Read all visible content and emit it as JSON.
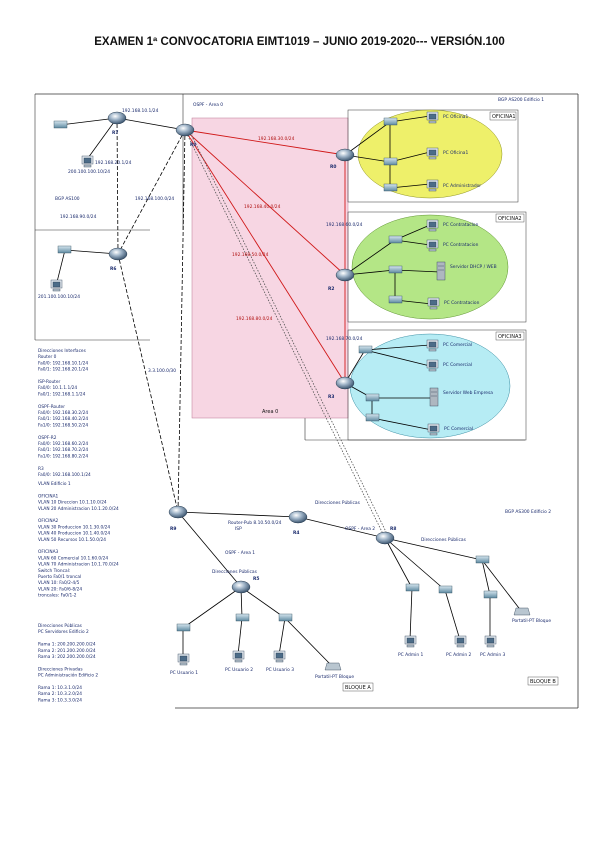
{
  "title": "EXAMEN 1ª CONVOCATORIA EIMT1019 – JUNIO 2019-2020--- VERSIÓN.100",
  "zones": {
    "oficina1": "OFICINA1",
    "oficina2": "OFICINA2",
    "oficina3": "OFICINA3",
    "bloque_a": "BLOQUE A",
    "bloque_b": "BLOQUE B",
    "area0": "Area 0"
  },
  "routers": {
    "r0": "R0",
    "r2": "R2",
    "r3": "R3",
    "r4": "R4",
    "r5": "R5",
    "r6": "R6",
    "r7": "R7",
    "r8": "R8",
    "r9": "R9"
  },
  "headers": {
    "bgp_top": "BGP AS200  Edificio 1",
    "bgp_as100": "BGP  AS100",
    "bgp_as300": "BGP AS300  Edificio 2",
    "ospf_area0": "OSPF - Area 0",
    "ospf_area1": "OSPF - Area 1",
    "ospf_area2": "OSPF - Area 2",
    "pub1": "Direcciones Públicas",
    "pub2": "Direcciones Públicas",
    "pub3": "Direcciones Públicas",
    "isp": "ISP"
  },
  "links": {
    "r0_r7": "192.168.10.1/24",
    "r0_r5": "192.168.20.1/24",
    "r5_r1": "192.168.30.0/24",
    "r5_r2": "192.168.40.0/24",
    "r5_r3": "192.168.50.0/24",
    "r1_r2": "192.168.60.0/24",
    "r2_r3": "192.168.70.0/24",
    "r5_r3_b": "192.168.80.0/24",
    "r6_r4": "192.168.90.0/24",
    "r6_r9": "192.168.100.0/24",
    "r9_r7": "3.3.100.0/30",
    "rsp": "Router-Pub 8.10.50.0/24"
  },
  "pcs": {
    "pc_as100": "200.100.100.10/24",
    "pc_as200": "201.100.100.10/24",
    "pc_of1_a": "PC Oficina1",
    "pc_of1_b": "PC Oficina1",
    "pc_of1_c": "PC Administrador",
    "pc_of2_a": "PC Contratacion",
    "pc_of2_b": "PC Contratacion",
    "srv_of2": "Servidor DHCP / WEB",
    "pc_of2_c": "PC Contratacion",
    "pc_of3_a": "PC Comercial",
    "pc_of3_b": "PC Comercial",
    "srv_of3": "Servidor Web Empresa",
    "pc_of3_c": "PC Comercial",
    "pc_ba_1": "PC Usuario 1",
    "pc_ba_2": "PC Usuario 2",
    "pc_ba_3": "PC Usuario 3",
    "pc_bb_1": "PC Admin 1",
    "pc_bb_2": "PC Admin 2",
    "pc_bb_3": "PC Admin 3",
    "laptop_a": "Portatil-PT Bloque",
    "laptop_b": "Portatil-PT Bloque"
  },
  "side_notes": [
    "Direcciones Interfaces",
    "Router 0",
    "Fa0/0: 192.168.10.1/24",
    "Fa0/1: 192.168.20.1/24",
    "",
    "ISP-Router",
    "Fa0/0: 10.1.1.1/24",
    "Fa0/1: 192.168.1.1/24",
    "",
    "OSPF-Router",
    "Fa0/0: 192.168.30.2/24",
    "Fa0/1: 192.168.40.2/24",
    "Fa1/0: 192.168.50.2/24",
    "",
    "OSPF-R2",
    "Fa0/0: 192.168.60.2/24",
    "Fa0/1: 192.168.70.2/24",
    "Fa1/0: 192.168.80.2/24",
    "",
    "R3",
    "Fa0/0: 192.168.100.1/24"
  ],
  "vlan_notes": [
    "VLAN   Edificio 1",
    "",
    "OFICINA1",
    "VLAN 10 Direccion 10.1.10.0/24",
    "VLAN 20 Administracion 10.1.20.0/24",
    "",
    "OFICINA2",
    "VLAN 30 Produccion 10.1.30.0/24",
    "VLAN 40 Produccion 10.1.40.0/24",
    "VLAN 50 Recursos 10.1.50.0/24",
    "",
    "OFICINA3",
    "VLAN 60 Comercial 10.1.60.0/24",
    "VLAN 70 Administracion 10.1.70.0/24",
    "Switch Troncal:",
    "Puerto Fa0/1 troncal",
    "VLAN 10: Fa0/2-4/5",
    "VLAN 20: Fa0/6-8/24",
    "troncales: Fa0/1-2"
  ],
  "pub_notes": [
    "Direcciones Públicas",
    "PC Servidores Edificio 2",
    "",
    "Rama 1: 200.200.200.0/24",
    "Rama 2: 201.200.200.0/24",
    "Rama 3: 202.200.200.0/24",
    "",
    "Direcciones Privadas",
    "PC Administración Edificio 2",
    "",
    "Rama 1: 10.3.1.0/24",
    "Rama 2: 10.3.2.0/24",
    "Rama 3: 10.3.3.0/24"
  ]
}
